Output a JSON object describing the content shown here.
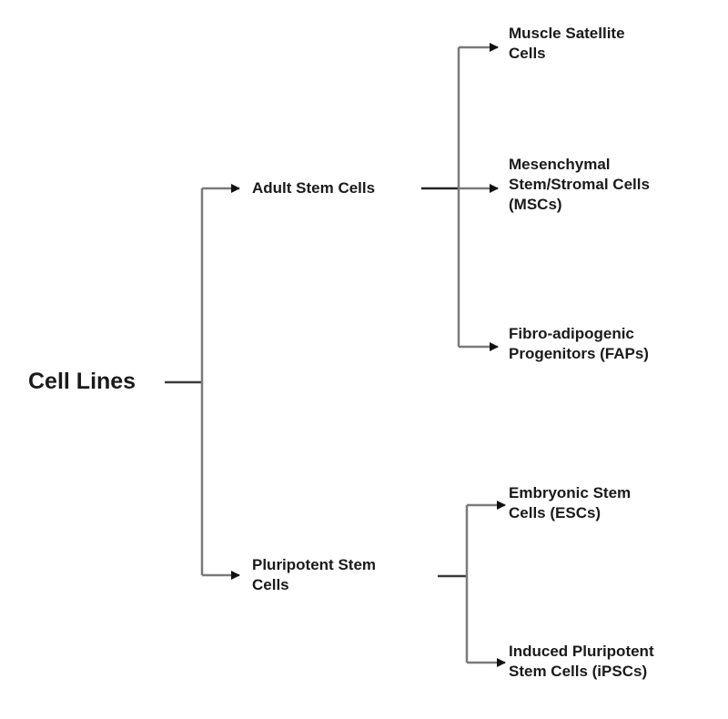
{
  "diagram": {
    "type": "tree",
    "root": {
      "id": "cell-lines",
      "label": "Cell Lines"
    },
    "level1": [
      {
        "id": "adult-stem-cells",
        "label": "Adult Stem Cells",
        "children": [
          {
            "id": "muscle-satellite-cells",
            "lines": [
              "Muscle Satellite",
              "Cells"
            ]
          },
          {
            "id": "mesenchymal-stem-stromal-cells",
            "lines": [
              "Mesenchymal",
              "Stem/Stromal Cells",
              "(MSCs)"
            ]
          },
          {
            "id": "fibro-adipogenic-progenitors",
            "lines": [
              "Fibro-adipogenic",
              "Progenitors (FAPs)"
            ]
          }
        ]
      },
      {
        "id": "pluripotent-stem-cells",
        "lines": [
          "Pluripotent Stem",
          "Cells"
        ],
        "children": [
          {
            "id": "embryonic-stem-cells",
            "lines": [
              "Embryonic Stem",
              "Cells (ESCs)"
            ]
          },
          {
            "id": "induced-pluripotent-stem-cells",
            "lines": [
              "Induced Pluripotent",
              "Stem Cells (iPSCs)"
            ]
          }
        ]
      }
    ],
    "colors": {
      "text": "#1a1a1a",
      "trunk_line": "#3a3a3a",
      "branch_line": "#7a7a7a",
      "arrow": "#111111"
    }
  }
}
